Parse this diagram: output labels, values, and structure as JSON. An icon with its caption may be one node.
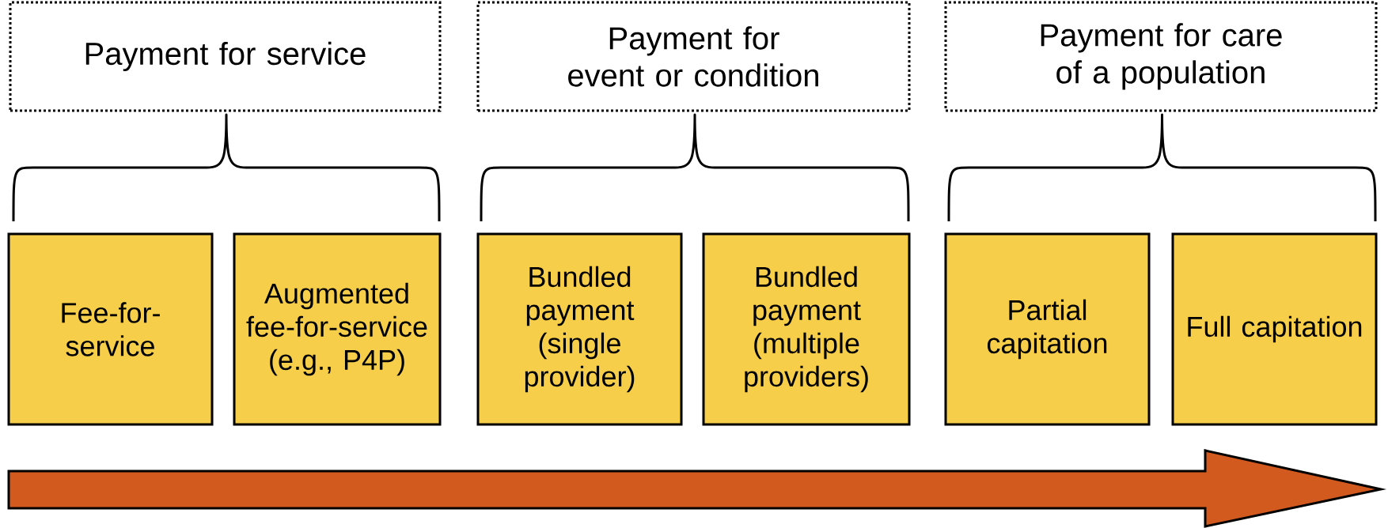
{
  "diagram": {
    "nodes": [
      {
        "text": [
          "Payment for service"
        ]
      },
      {
        "text": [
          "Payment for event or condition"
        ]
      },
      {
        "text": [
          "Payment for care of a population"
        ]
      },
      {
        "text": [
          "Fee-for-service"
        ]
      },
      {
        "text": [
          "Augmented fee-for-service (e.g., P4P)"
        ]
      },
      {
        "text": [
          "Bundled payment (single provider)"
        ]
      },
      {
        "text": [
          "Bundled payment (multiple providers)"
        ]
      },
      {
        "text": [
          "Partial capitation"
        ]
      },
      {
        "text": [
          "Full capitation"
        ]
      }
    ]
  }
}
